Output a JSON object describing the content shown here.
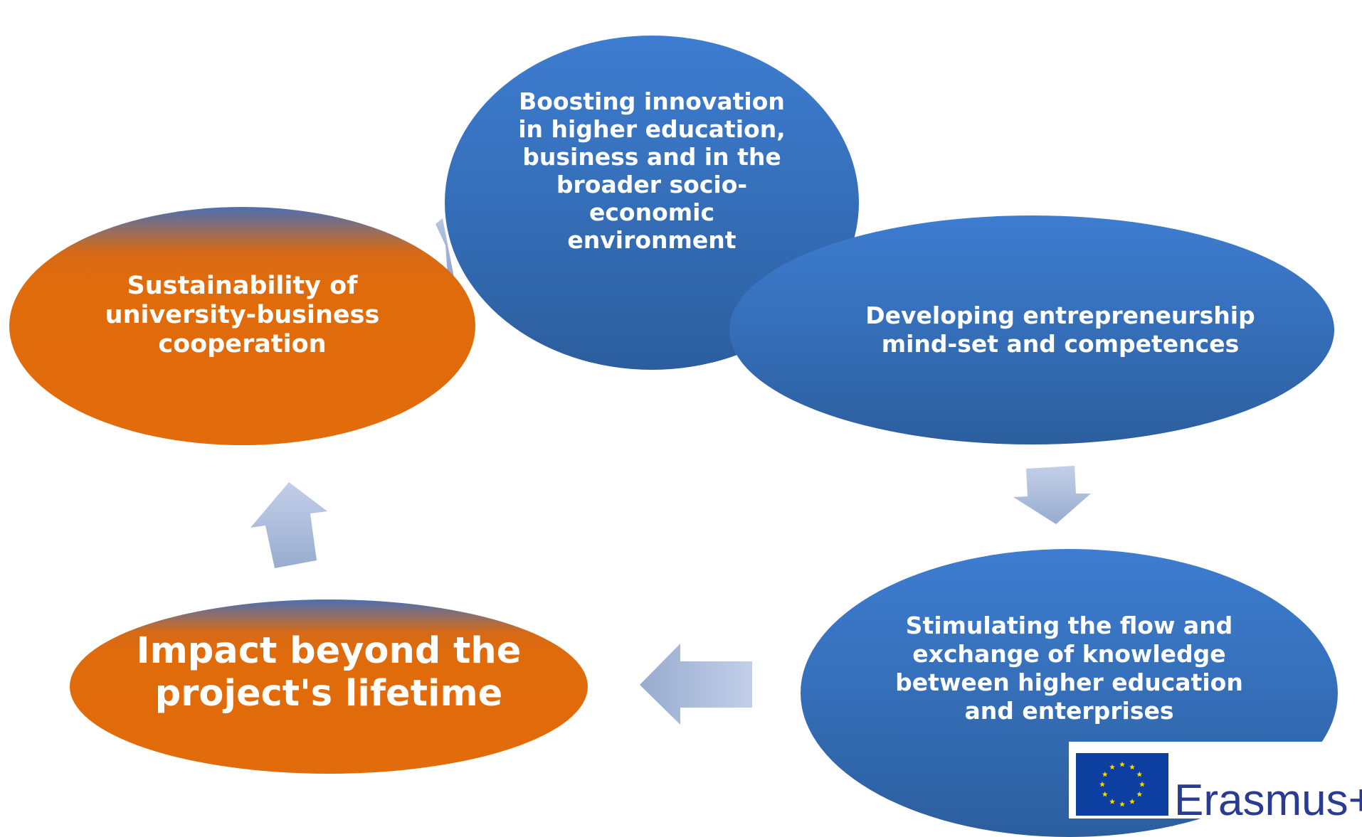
{
  "diagram": {
    "nodes": {
      "innovation": "Boosting innovation\nin higher education,\nbusiness and in the\nbroader socio-\neconomic\nenvironment",
      "entrepreneurship": "Developing entrepreneurship\nmind-set and competences",
      "knowledge": "Stimulating the flow and\nexchange of knowledge\nbetween higher education\nand enterprises",
      "impact": "Impact beyond the\nproject's lifetime",
      "sustainability": "Sustainability of\nuniversity-business\ncooperation"
    }
  },
  "logo": {
    "text": "Erasmus+",
    "flag_icon": "eu-flag-icon"
  },
  "colors": {
    "blue": "#3670bb",
    "orange": "#e26b0b",
    "arrow": "#9fb3d6",
    "logo_text": "#2a3c91",
    "flag_blue": "#0d3fa0",
    "flag_star": "#ffd500"
  }
}
